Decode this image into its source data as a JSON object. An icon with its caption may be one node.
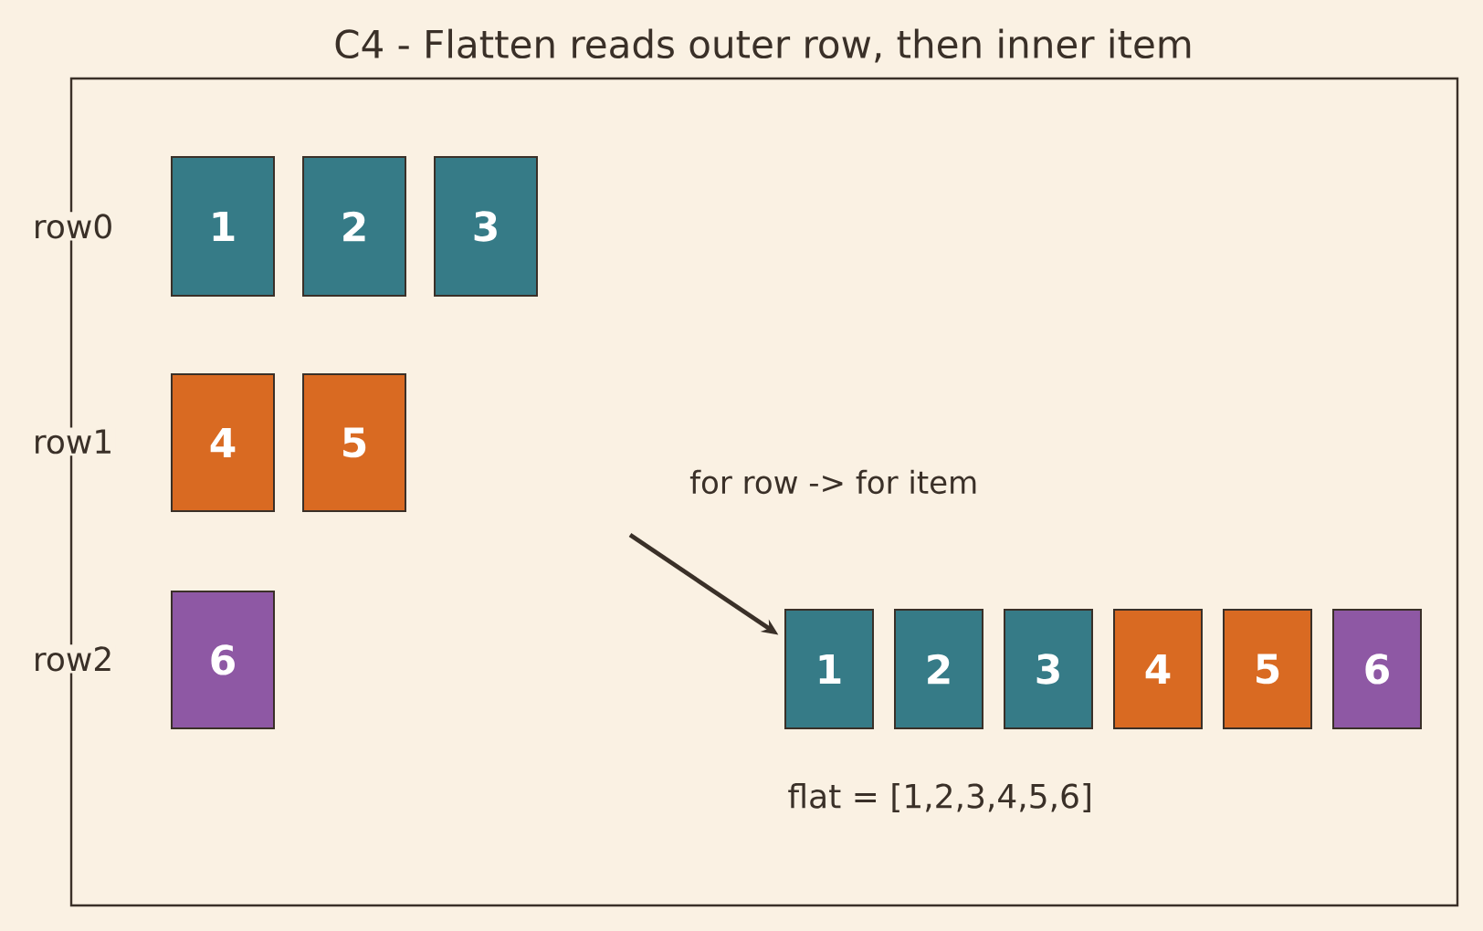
{
  "diagram": {
    "title": "C4 - Flatten reads outer row, then inner item",
    "nodes": [
      {
        "text": [
          "1"
        ]
      },
      {
        "text": [
          "2"
        ]
      },
      {
        "text": [
          "3"
        ]
      },
      {
        "text": [
          "4"
        ]
      },
      {
        "text": [
          "5"
        ]
      },
      {
        "text": [
          "6"
        ]
      },
      {
        "text": [
          "1"
        ]
      },
      {
        "text": [
          "2"
        ]
      },
      {
        "text": [
          "3"
        ]
      },
      {
        "text": [
          "4"
        ]
      },
      {
        "text": [
          "5"
        ]
      },
      {
        "text": [
          "6"
        ]
      }
    ],
    "edges": [
      {
        "from": null,
        "to": 6,
        "arrow": "to",
        "label": "for row -> for item"
      }
    ],
    "labels": [
      "row0",
      "row1",
      "row2",
      "flat = [1,2,3,4,5,6]"
    ]
  }
}
